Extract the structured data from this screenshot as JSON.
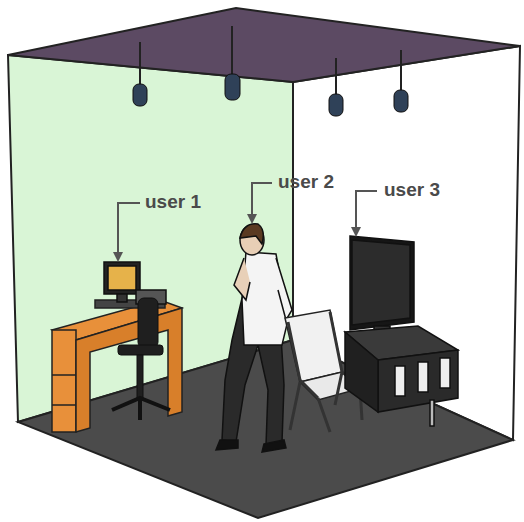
{
  "diagram": {
    "labels": [
      "user 1",
      "user 2",
      "user 3"
    ]
  }
}
